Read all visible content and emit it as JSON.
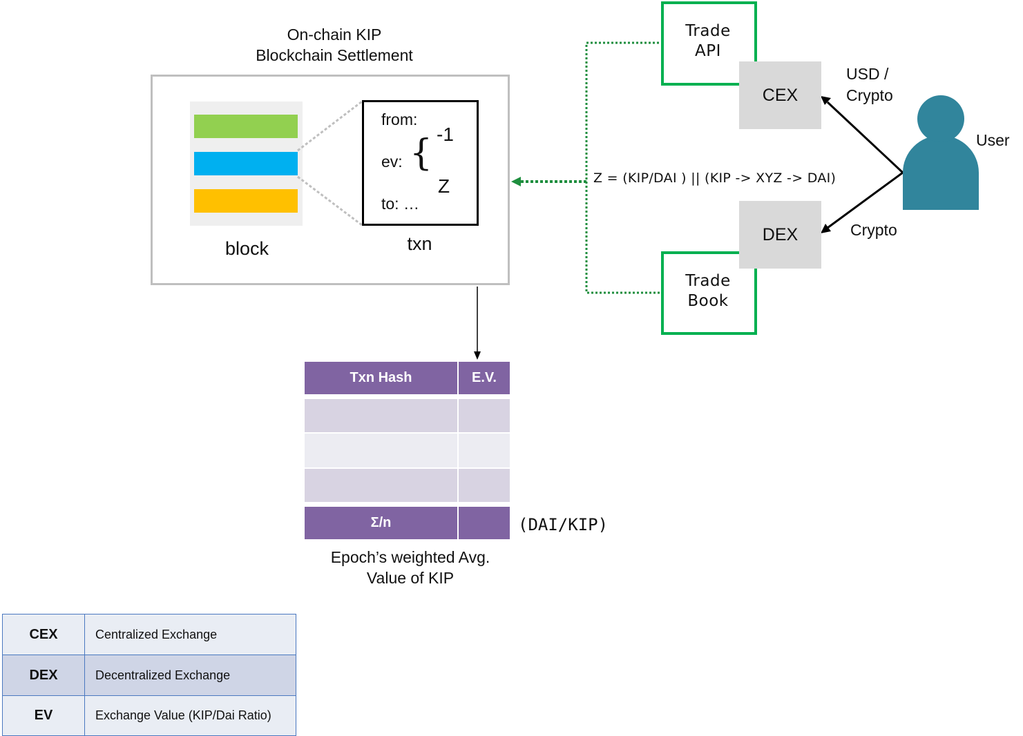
{
  "title": {
    "line1": "On-chain KIP",
    "line2": "Blockchain Settlement"
  },
  "block": {
    "label": "block",
    "stripe_colors": [
      "#92d050",
      "#00b0f0",
      "#ffc000"
    ]
  },
  "txn": {
    "from": "from:",
    "ev": "ev:",
    "brace": "{",
    "top_value": "-1",
    "bottom_value": "Z",
    "to": "to: …",
    "label": "txn"
  },
  "exchanges": {
    "trade_api": {
      "line1": "Trade",
      "line2": "API"
    },
    "cex": "CEX",
    "dex": "DEX",
    "trade_book": {
      "line1": "Trade",
      "line2": "Book"
    }
  },
  "formula": "Z = (KIP/DAI ) || (KIP -> XYZ -> DAI)",
  "user": {
    "label": "User",
    "to_cex": {
      "line1": "USD /",
      "line2": "Crypto"
    },
    "to_dex": "Crypto",
    "icon_color": "#31859c"
  },
  "ev_table": {
    "headers": [
      "Txn Hash",
      "E.V."
    ],
    "footer": "Σ/n",
    "unit": "(DAI/KIP)",
    "caption": {
      "line1": "Epoch’s weighted Avg.",
      "line2": "Value of KIP"
    }
  },
  "legend": [
    {
      "key": "CEX",
      "value": "Centralized Exchange"
    },
    {
      "key": "DEX",
      "value": "Decentralized Exchange"
    },
    {
      "key": "EV",
      "value": "Exchange Value (KIP/Dai Ratio)"
    }
  ],
  "colors": {
    "green": "#00b050",
    "dotted_green": "#1e8e3e",
    "table_header": "#8064a2",
    "box_gray": "#d9d9d9"
  }
}
